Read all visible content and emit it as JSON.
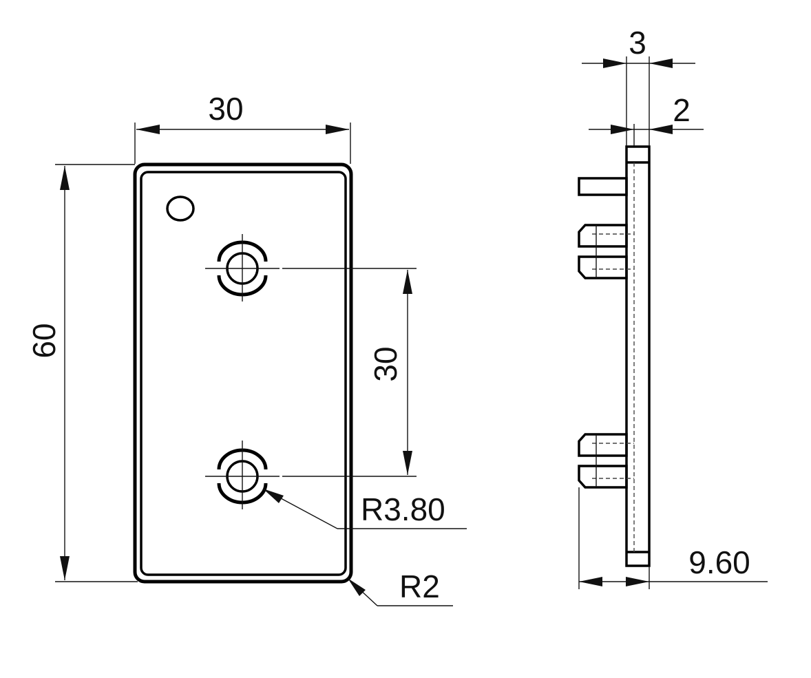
{
  "colors": {
    "line": "#000000",
    "background": "#ffffff"
  },
  "front_view": {
    "width_dimension": "30",
    "height_dimension": "60",
    "hole_spacing_dimension": "30",
    "hole_radius_callout": "R3.80",
    "corner_radius_callout": "R2"
  },
  "side_view": {
    "plate_thickness_dimension": "3",
    "inner_thickness_dimension": "2",
    "overall_depth_dimension": "9.60"
  }
}
